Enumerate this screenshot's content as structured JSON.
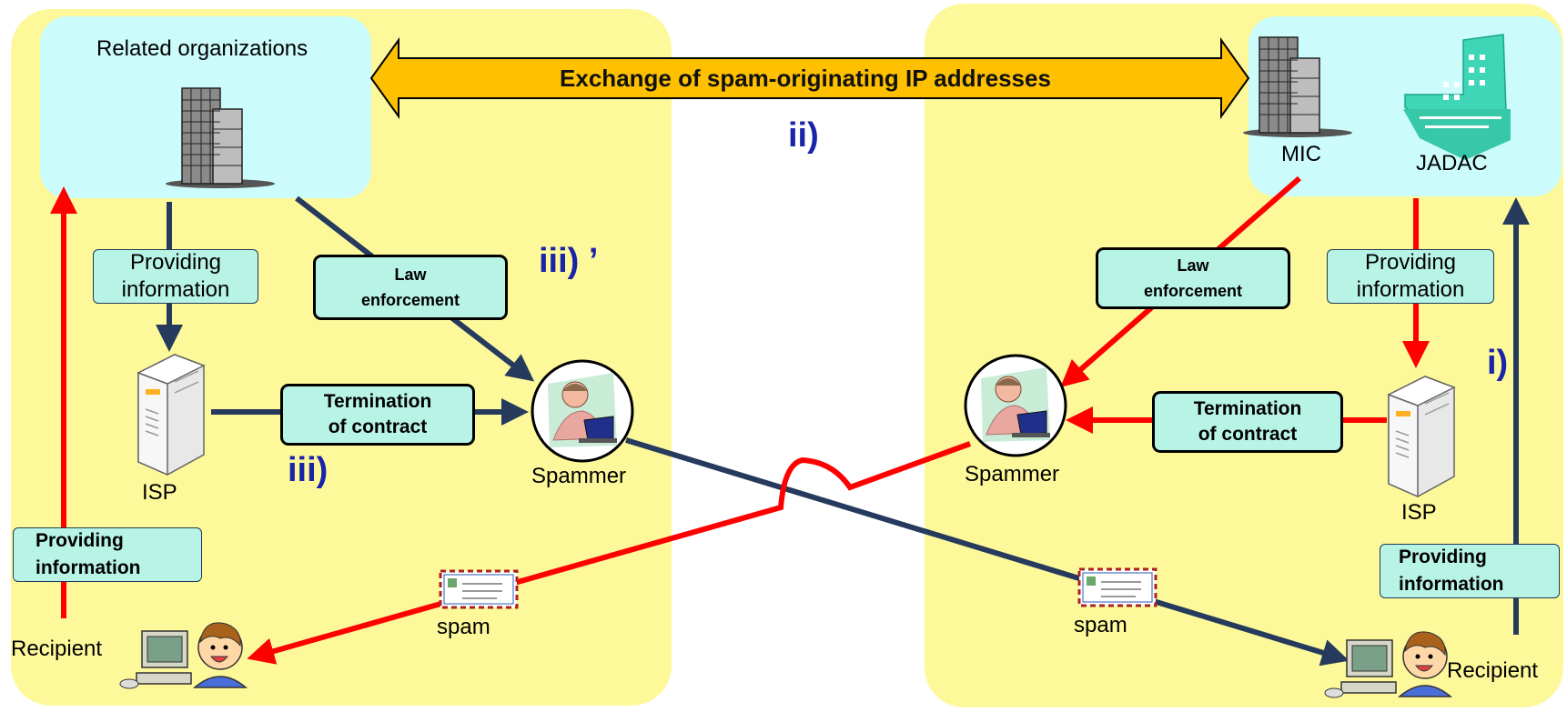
{
  "exchange_banner": "Exchange of spam-originating IP addresses",
  "steps": {
    "ii": "ii)",
    "iii_prime": "iii) ’",
    "iii": "iii)",
    "i": "i)"
  },
  "left": {
    "org_title": "Related organizations",
    "providing_top": [
      "Providing",
      "information"
    ],
    "law": [
      "Law",
      "enforcement"
    ],
    "isp": "ISP",
    "termination": [
      "Termination",
      "of contract"
    ],
    "spammer": "Spammer",
    "providing_bottom": [
      "Providing",
      "information"
    ],
    "recipient": "Recipient",
    "spam": "spam"
  },
  "right": {
    "mic": "MIC",
    "jadac": "JADAC",
    "law": [
      "Law",
      "enforcement"
    ],
    "providing_top": [
      "Providing",
      "information"
    ],
    "spammer": "Spammer",
    "termination": [
      "Termination",
      "of contract"
    ],
    "isp": "ISP",
    "providing_bottom": [
      "Providing",
      "information"
    ],
    "recipient": "Recipient",
    "spam": "spam"
  },
  "colors": {
    "panel": "#fdf99a",
    "org_box": "#ccfbfb",
    "label_box": "#b8f4e6",
    "arrow_red": "#ff0000",
    "arrow_navy": "#253a5c",
    "banner": "#ffc000",
    "step_label": "#1a24a8"
  },
  "icons": {
    "building": "office-building-icon",
    "jadac": "jadac-building-icon",
    "server": "server-icon",
    "spammer": "spammer-at-laptop-icon",
    "recipient": "recipient-at-computer-icon",
    "envelope": "envelope-icon"
  }
}
